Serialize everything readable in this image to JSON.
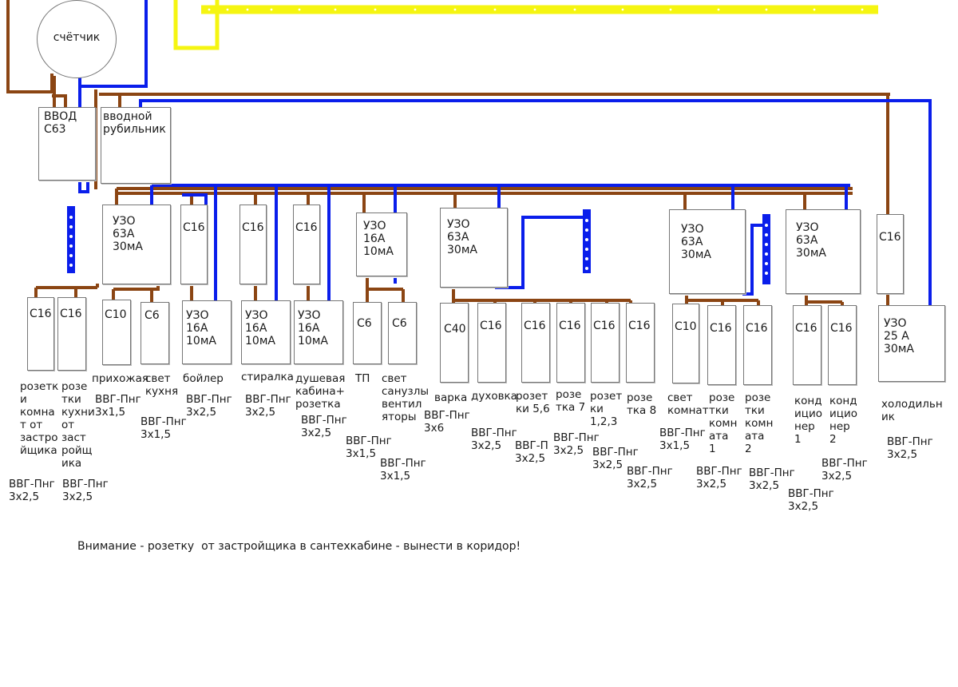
{
  "meter": {
    "label": "счётчик"
  },
  "input_breaker": {
    "label": "ВВОД\nС63"
  },
  "main_switch": {
    "label": "вводной\nрубильник"
  },
  "top_row": [
    {
      "id": "rcd1",
      "label": "УЗО\n63А\n30мА"
    },
    {
      "id": "b_boiler_top",
      "label": "С16"
    },
    {
      "id": "b_wash_top",
      "label": "С16"
    },
    {
      "id": "b_shower_top",
      "label": "С16"
    },
    {
      "id": "rcd_tp",
      "label": "УЗО\n16А\n10мА"
    },
    {
      "id": "rcd_kitchen",
      "label": "УЗО\n63А\n30мА"
    },
    {
      "id": "rcd_rooms",
      "label": "УЗО\n63А\n30мА"
    },
    {
      "id": "rcd_ac",
      "label": "УЗО\n63А\n30мА"
    },
    {
      "id": "b_fridge_top",
      "label": "С16"
    }
  ],
  "bottom_row": [
    {
      "id": "b1",
      "label": "С16"
    },
    {
      "id": "b2",
      "label": "С16"
    },
    {
      "id": "b3",
      "label": "С10"
    },
    {
      "id": "b4",
      "label": "С6"
    },
    {
      "id": "rcd_boiler",
      "label": "УЗО\n16А\n10мА"
    },
    {
      "id": "rcd_wash",
      "label": "УЗО\n16А\n10мА"
    },
    {
      "id": "rcd_shower",
      "label": "УЗО\n16А\n10мА"
    },
    {
      "id": "b_tp",
      "label": "С6"
    },
    {
      "id": "b_vent",
      "label": "С6"
    },
    {
      "id": "b_cook",
      "label": "С40"
    },
    {
      "id": "b_oven",
      "label": "С16"
    },
    {
      "id": "b_r56",
      "label": "С16"
    },
    {
      "id": "b_r7",
      "label": "С16"
    },
    {
      "id": "b_r123",
      "label": "С16"
    },
    {
      "id": "b_r8",
      "label": "С16"
    },
    {
      "id": "b_light",
      "label": "С10"
    },
    {
      "id": "b_room1",
      "label": "С16"
    },
    {
      "id": "b_room2",
      "label": "С16"
    },
    {
      "id": "b_ac1",
      "label": "С16"
    },
    {
      "id": "b_ac2",
      "label": "С16"
    },
    {
      "id": "rcd_fridge",
      "label": "УЗО\n25 А\n30мА"
    }
  ],
  "loads": [
    {
      "id": "l1",
      "label": "розетк\nи\nкомна\nт от\nзастро\nйщика"
    },
    {
      "id": "l2",
      "label": "розе\nтки\nкухни\nот\nзаст\nройщ\nика"
    },
    {
      "id": "l3",
      "label": "прихожая"
    },
    {
      "id": "l4",
      "label": "свет\nкухня"
    },
    {
      "id": "l5",
      "label": "бойлер"
    },
    {
      "id": "l6",
      "label": "стиралка"
    },
    {
      "id": "l7",
      "label": "душевая\nкабина+\nрозетка"
    },
    {
      "id": "l8",
      "label": "ТП"
    },
    {
      "id": "l9",
      "label": "свет\nсанузлы\nвентил\nяторы"
    },
    {
      "id": "l10",
      "label": "варка"
    },
    {
      "id": "l11",
      "label": "духовка"
    },
    {
      "id": "l12",
      "label": "розет\nки 5,6"
    },
    {
      "id": "l13",
      "label": "розе\nтка 7"
    },
    {
      "id": "l14",
      "label": "розет\nки\n1,2,3"
    },
    {
      "id": "l15",
      "label": "розе\nтка 8"
    },
    {
      "id": "l16",
      "label": "свет\nкомнат"
    },
    {
      "id": "l17",
      "label": "розе\nтки\nкомн\nата\n1"
    },
    {
      "id": "l18",
      "label": "розе\nтки\nкомн\nата\n2"
    },
    {
      "id": "l19",
      "label": "конд\nицио\nнер\n1"
    },
    {
      "id": "l20",
      "label": "конд\nицио\nнер\n2"
    },
    {
      "id": "l21",
      "label": "холодильн\nик"
    }
  ],
  "cables": [
    {
      "id": "k1",
      "label": "ВВГ-Пнг\n3х2,5"
    },
    {
      "id": "k2",
      "label": "ВВГ-Пнг\n3х2,5"
    },
    {
      "id": "k3",
      "label": "ВВГ-Пнг\n3х1,5"
    },
    {
      "id": "k4",
      "label": "ВВГ-Пнг\n3х1,5"
    },
    {
      "id": "k5",
      "label": "ВВГ-Пнг\n3х2,5"
    },
    {
      "id": "k6",
      "label": "ВВГ-Пнг\n3х2,5"
    },
    {
      "id": "k7",
      "label": "ВВГ-Пнг\n3х2,5"
    },
    {
      "id": "k8",
      "label": "ВВГ-Пнг\n3х1,5"
    },
    {
      "id": "k9",
      "label": "ВВГ-Пнг\n3х1,5"
    },
    {
      "id": "k10",
      "label": "ВВГ-Пнг\n3х6"
    },
    {
      "id": "k11",
      "label": "ВВГ-Пнг\n3х2,5"
    },
    {
      "id": "k12",
      "label": "ВВГ-П\n3х2,5"
    },
    {
      "id": "k13",
      "label": "ВВГ-Пнг\n3х2,5"
    },
    {
      "id": "k14",
      "label": "ВВГ-Пнг\n3х2,5"
    },
    {
      "id": "k15",
      "label": "ВВГ-Пнг\n3х2,5"
    },
    {
      "id": "k16",
      "label": "ВВГ-Пнг\n3х1,5"
    },
    {
      "id": "k17",
      "label": "ВВГ-Пнг\n3х2,5"
    },
    {
      "id": "k18",
      "label": "ВВГ-Пнг\n3х2,5"
    },
    {
      "id": "k19",
      "label": "ВВГ-Пнг\n3х2,5"
    },
    {
      "id": "k20",
      "label": "ВВГ-Пнг\n3х2,5"
    },
    {
      "id": "k21",
      "label": "ВВГ-Пнг\n3х2,5"
    }
  ],
  "note": "Внимание - розетку  от застройщика в сантехкабине - вынести в коридор!",
  "colors": {
    "phase": "#8B4513",
    "neutral": "#0A1EEB",
    "earth": "#F5F511",
    "busbar_dots": "#ffffff"
  }
}
